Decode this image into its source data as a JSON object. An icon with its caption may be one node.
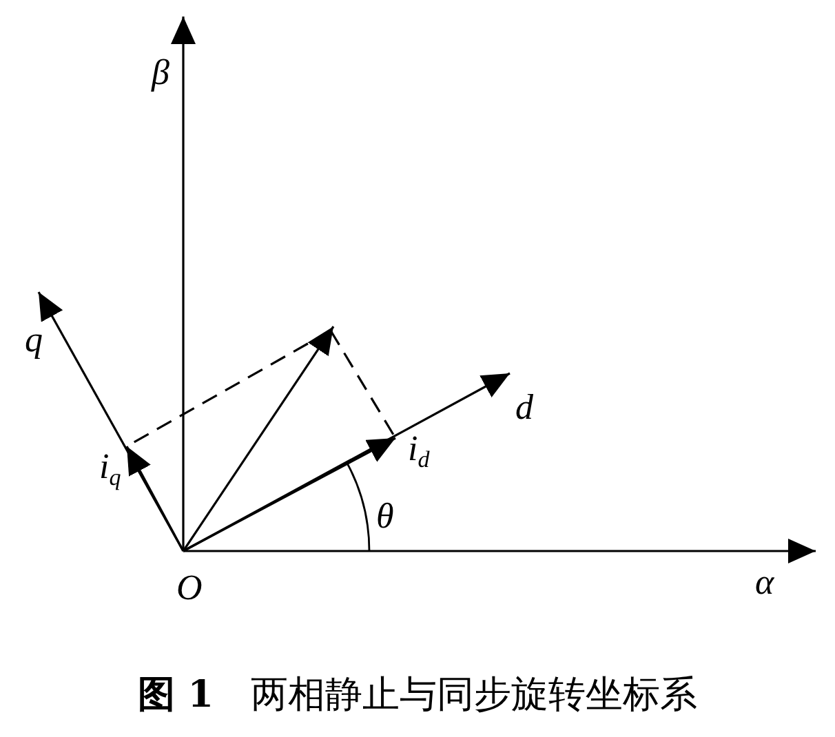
{
  "diagram": {
    "caption": "**图 1**　两相静止与同步旋转坐标系",
    "labels": [
      "β",
      "q",
      "d",
      "i$_{q}$",
      "i$_{d}$",
      "θ",
      "O",
      "α"
    ]
  }
}
